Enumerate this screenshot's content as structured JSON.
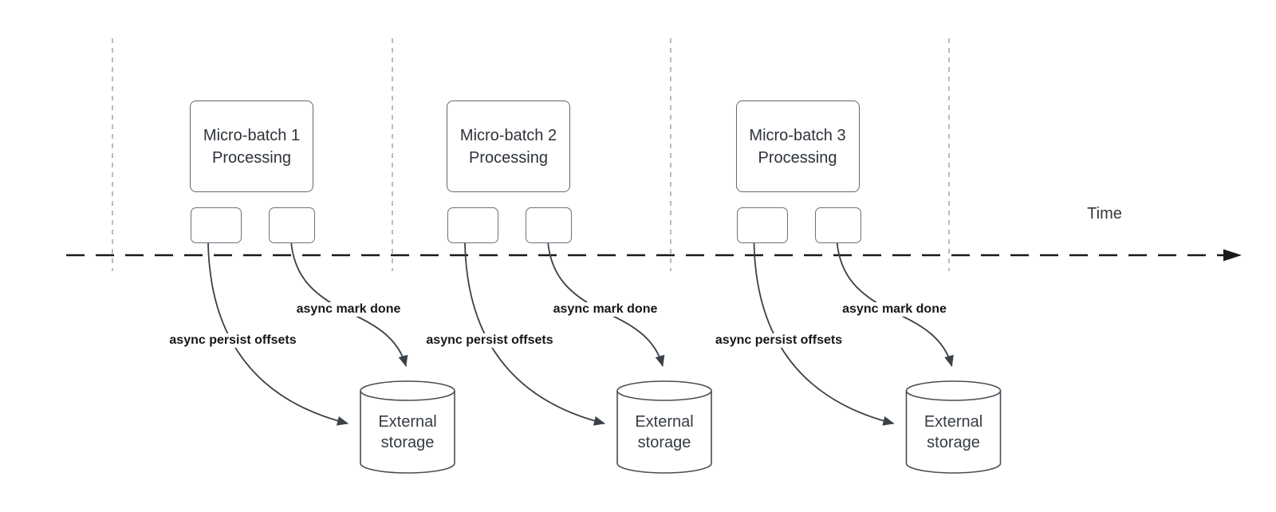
{
  "diagram": {
    "time_label": "Time",
    "groups": [
      {
        "batch_label": "Micro-batch 1 Processing",
        "persist_offsets_label": "async persist offsets",
        "mark_done_label": "async mark done",
        "storage_label": "External storage"
      },
      {
        "batch_label": "Micro-batch 2 Processing",
        "persist_offsets_label": "async persist offsets",
        "mark_done_label": "async mark done",
        "storage_label": "External storage"
      },
      {
        "batch_label": "Micro-batch 3 Processing",
        "persist_offsets_label": "async persist offsets",
        "mark_done_label": "async mark done",
        "storage_label": "External storage"
      }
    ],
    "colors": {
      "arrow": "#3a4149",
      "timeline": "#17191b",
      "gridline": "#a5abb2",
      "shape_border": "#5f6770",
      "label_text": "#14171a"
    }
  }
}
